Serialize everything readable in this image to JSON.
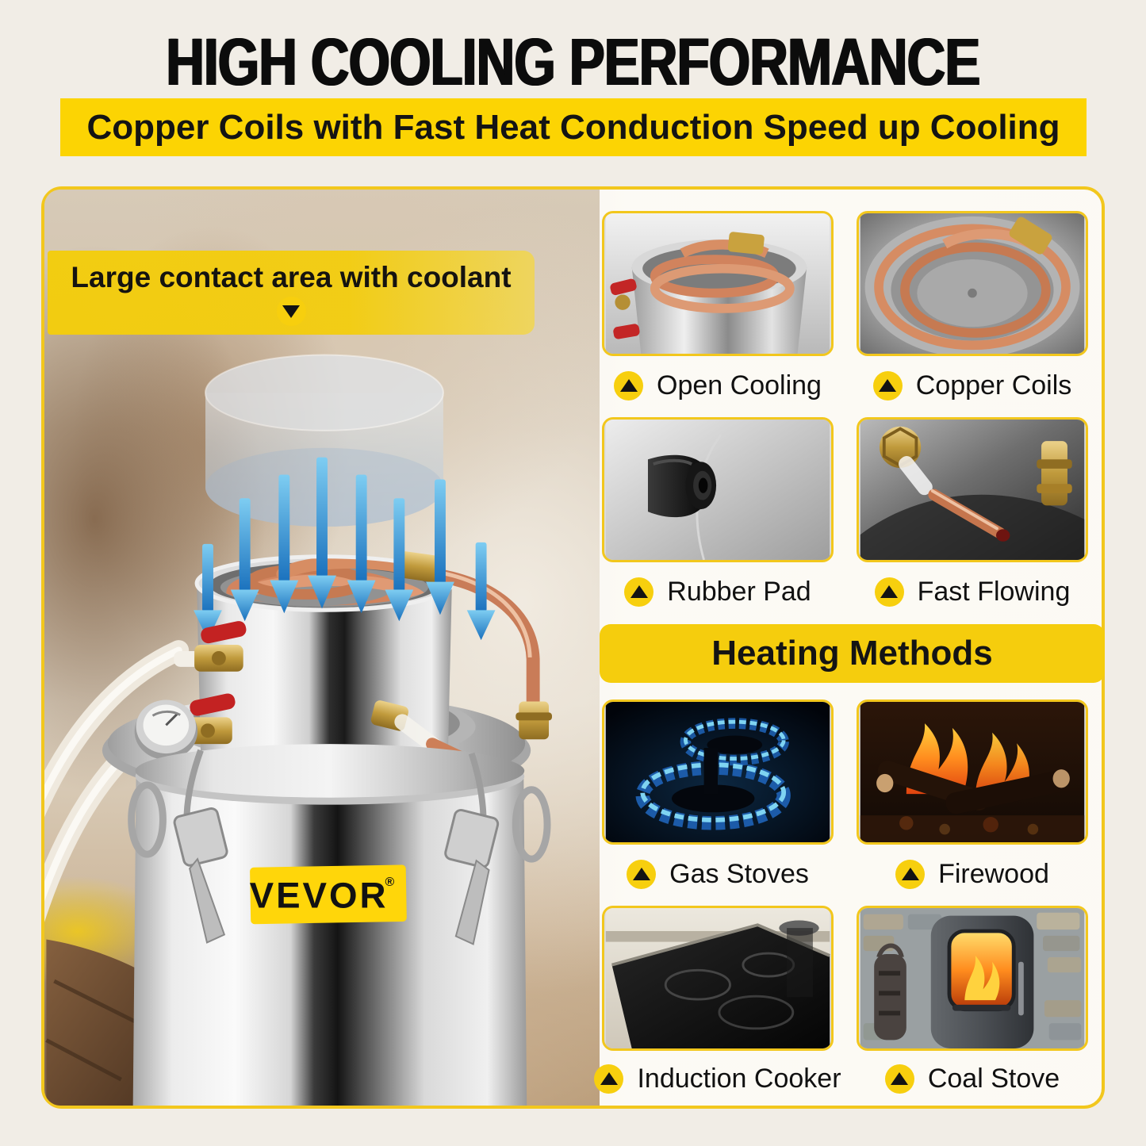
{
  "header": {
    "title": "HIGH COOLING PERFORMANCE",
    "subtitle": "Copper Coils with Fast Heat Conduction Speed up Cooling"
  },
  "callout": {
    "text": "Large contact area with coolant"
  },
  "product": {
    "brand": "VEVOR",
    "registered_mark": "®"
  },
  "features": {
    "cooling_items": [
      {
        "label": "Open Cooling"
      },
      {
        "label": "Copper Coils"
      },
      {
        "label": "Rubber Pad"
      },
      {
        "label": "Fast Flowing"
      }
    ],
    "heating_title": "Heating Methods",
    "heating_items": [
      {
        "label": "Gas Stoves"
      },
      {
        "label": "Firewood"
      },
      {
        "label": "Induction Cooker"
      },
      {
        "label": "Coal Stove"
      }
    ]
  },
  "colors": {
    "brand_yellow": "#F7CF0E",
    "banner_yellow": "#FCD403",
    "border_yellow": "#F2C71D",
    "text_black": "#111111",
    "arrow_blue": "#2B8FD6",
    "copper": "#C97C58"
  }
}
